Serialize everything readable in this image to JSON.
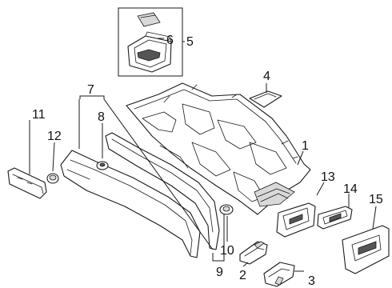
{
  "callouts": {
    "c1": "1",
    "c2": "2",
    "c3": "3",
    "c4": "4",
    "c5": "5",
    "c6": "6",
    "c7": "7",
    "c8": "8",
    "c9": "9",
    "c10": "10",
    "c11": "11",
    "c12": "12",
    "c13": "13",
    "c14": "14",
    "c15": "15"
  },
  "colors": {
    "line": "#1a1a1a",
    "background": "#ffffff",
    "shade": "#d9d9d9"
  }
}
